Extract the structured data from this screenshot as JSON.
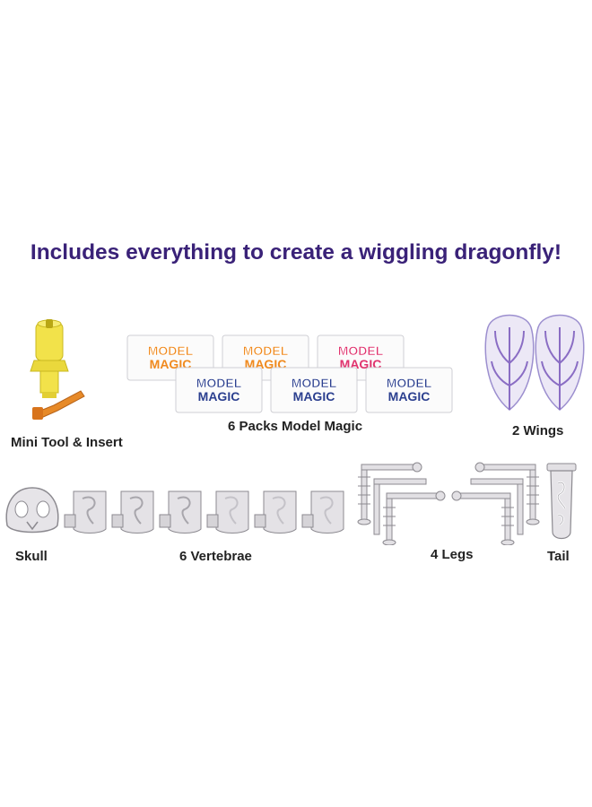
{
  "headline": "Includes everything to create a wiggling dragonfly!",
  "accent_color": "#3a2278",
  "items": [
    {
      "label": "Mini Tool & Insert",
      "icon": "tool-icon"
    },
    {
      "label": "6 Packs Model Magic",
      "icon": "model-magic-pack-icon"
    },
    {
      "label": "2 Wings",
      "icon": "wing-icon"
    },
    {
      "label": "Skull",
      "icon": "skull-icon"
    },
    {
      "label": "6 Vertebrae",
      "icon": "vertebra-icon"
    },
    {
      "label": "4 Legs",
      "icon": "leg-icon"
    },
    {
      "label": "Tail",
      "icon": "tail-icon"
    }
  ],
  "pack_logo_line1": "MODEL",
  "pack_logo_line2": "MAGIC",
  "pack_colors": [
    "#f08a1e",
    "#f08a1e",
    "#e0336e",
    "#2b3f8f",
    "#2b3f8f",
    "#2b3f8f"
  ]
}
